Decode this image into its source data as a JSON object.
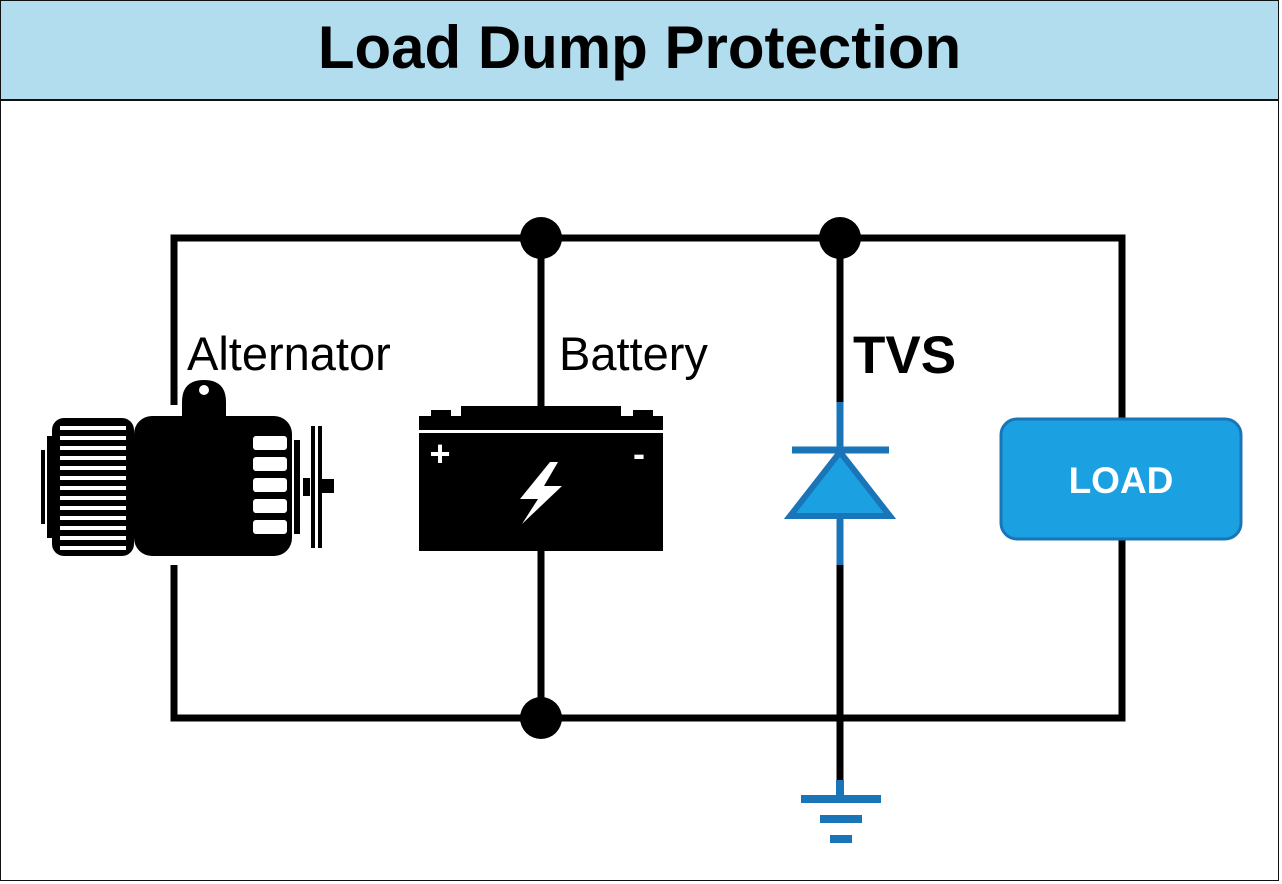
{
  "title": "Load Dump Protection",
  "components": {
    "alternator": {
      "label": "Alternator",
      "icon": "alternator-icon"
    },
    "battery": {
      "label": "Battery",
      "icon": "battery-icon",
      "plus": "+",
      "minus": "-"
    },
    "tvs": {
      "label": "TVS",
      "icon": "tvs-diode-icon"
    },
    "load": {
      "label": "LOAD"
    },
    "ground": {
      "icon": "ground-icon"
    }
  },
  "colors": {
    "header_bg": "#b2ddef",
    "wire": "#000000",
    "tvs_blue": "#1a75b8",
    "load_fill": "#1ba1e2",
    "load_border": "#1a75b8"
  }
}
